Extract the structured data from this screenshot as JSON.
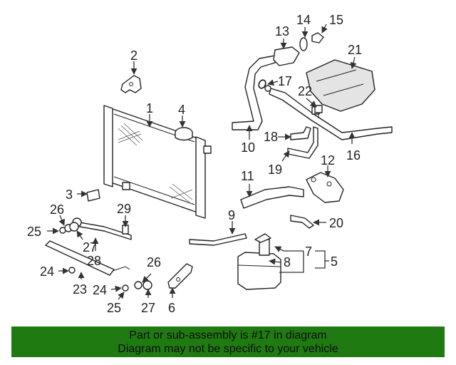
{
  "callouts": {
    "c1": "1",
    "c2": "2",
    "c3": "3",
    "c4": "4",
    "c5": "5",
    "c6": "6",
    "c7": "7",
    "c8": "8",
    "c9": "9",
    "c10": "10",
    "c11": "11",
    "c12": "12",
    "c13": "13",
    "c14": "14",
    "c15": "15",
    "c16": "16",
    "c17": "17",
    "c18": "18",
    "c19": "19",
    "c20": "20",
    "c21": "21",
    "c22": "22",
    "c23": "23",
    "c24a": "24",
    "c24b": "24",
    "c25a": "25",
    "c25b": "25",
    "c26a": "26",
    "c26b": "26",
    "c27a": "27",
    "c27b": "27",
    "c28": "28",
    "c29": "29"
  },
  "banner": {
    "line1": "Part or sub-assembly is #17 in diagram",
    "line2": "Diagram may not be specific to your vehicle",
    "color": "#1f7a11"
  }
}
